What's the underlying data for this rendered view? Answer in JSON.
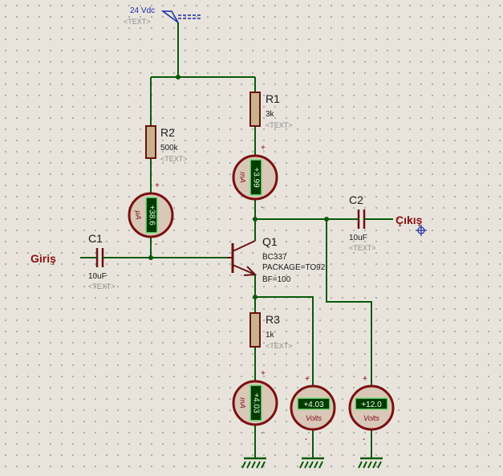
{
  "power": {
    "label": "24 Vdc",
    "text_placeholder": "<TEXT>"
  },
  "terminals": {
    "input": "Giriş",
    "output": "Çıkış"
  },
  "components": {
    "r1": {
      "ref": "R1",
      "value": "3k",
      "text": "<TEXT>"
    },
    "r2": {
      "ref": "R2",
      "value": "500k",
      "text": "<TEXT>"
    },
    "r3": {
      "ref": "R3",
      "value": "1k",
      "text": "<TEXT>"
    },
    "c1": {
      "ref": "C1",
      "value": "10uF",
      "text": "<TEXT>"
    },
    "c2": {
      "ref": "C2",
      "value": "10uF",
      "text": "<TEXT>"
    },
    "q1": {
      "ref": "Q1",
      "model": "BC337",
      "package": "PACKAGE=TO92",
      "bf": "BF=100"
    }
  },
  "meters": {
    "base_current": {
      "reading": "+38.6",
      "unit": "µA"
    },
    "collector_current": {
      "reading": "+3.99",
      "unit": "mA"
    },
    "emitter_current": {
      "reading": "+4.03",
      "unit": "mA"
    },
    "emitter_voltage": {
      "reading": "+4.03",
      "unit": "Volts"
    },
    "collector_voltage": {
      "reading": "+12.0",
      "unit": "Volts"
    }
  },
  "polarity": {
    "plus": "+",
    "minus": "-"
  },
  "colors": {
    "wire": "#0a5a0a",
    "component_outline": "#6b1010",
    "terminal_label": "#8a1010",
    "power_label": "#1a2aa8",
    "lcd_background": "#003c00"
  }
}
